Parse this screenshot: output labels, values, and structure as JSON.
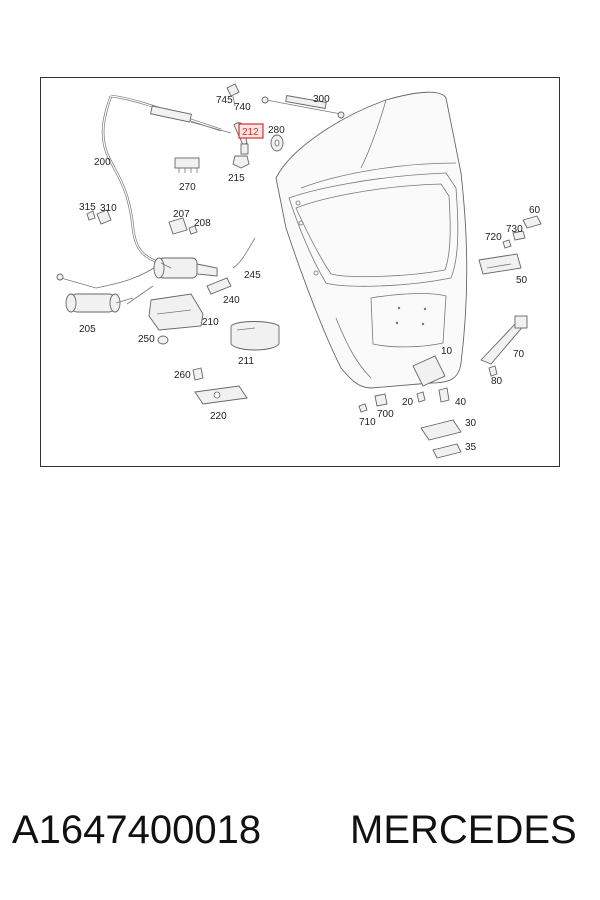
{
  "diagram": {
    "highlight_color": "#d0342c",
    "highlighted_callout": "212",
    "callouts": [
      "745",
      "740",
      "300",
      "212",
      "280",
      "200",
      "215",
      "270",
      "315",
      "310",
      "207",
      "208",
      "60",
      "730",
      "720",
      "245",
      "240",
      "50",
      "205",
      "210",
      "250",
      "211",
      "70",
      "10",
      "260",
      "80",
      "20",
      "40",
      "700",
      "710",
      "220",
      "30",
      "35"
    ]
  },
  "footer": {
    "part_number": "A1647400018",
    "brand": "MERCEDES"
  }
}
